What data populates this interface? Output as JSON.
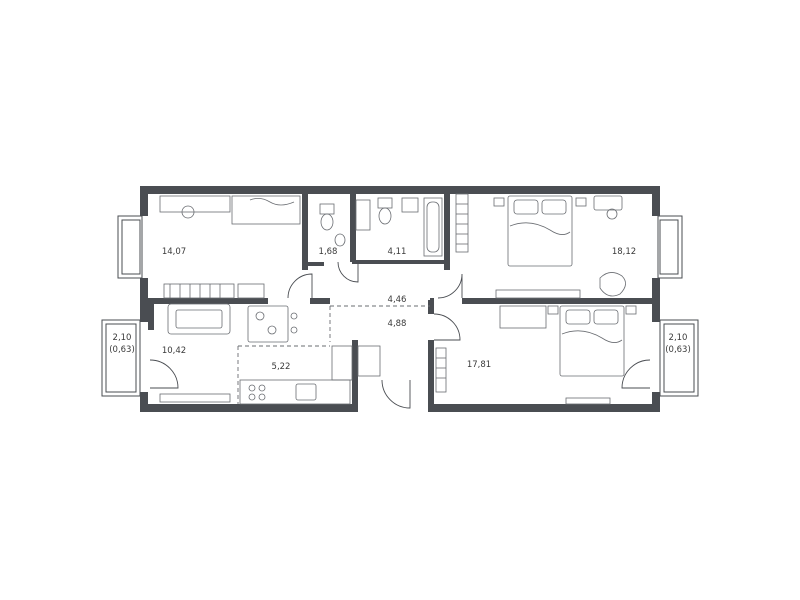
{
  "rooms": {
    "room_14_07": "14,07",
    "room_1_68": "1,68",
    "room_4_11": "4,11",
    "room_18_12": "18,12",
    "hall_4_46": "4,46",
    "hall_4_88": "4,88",
    "room_10_42": "10,42",
    "kitchen_5_22": "5,22",
    "room_17_81": "17,81",
    "balcony_left_area": "2,10",
    "balcony_left_reduced": "(0,63)",
    "balcony_right_area": "2,10",
    "balcony_right_reduced": "(0,63)"
  },
  "colors": {
    "wall": "#4a4d52",
    "background": "#ffffff"
  }
}
